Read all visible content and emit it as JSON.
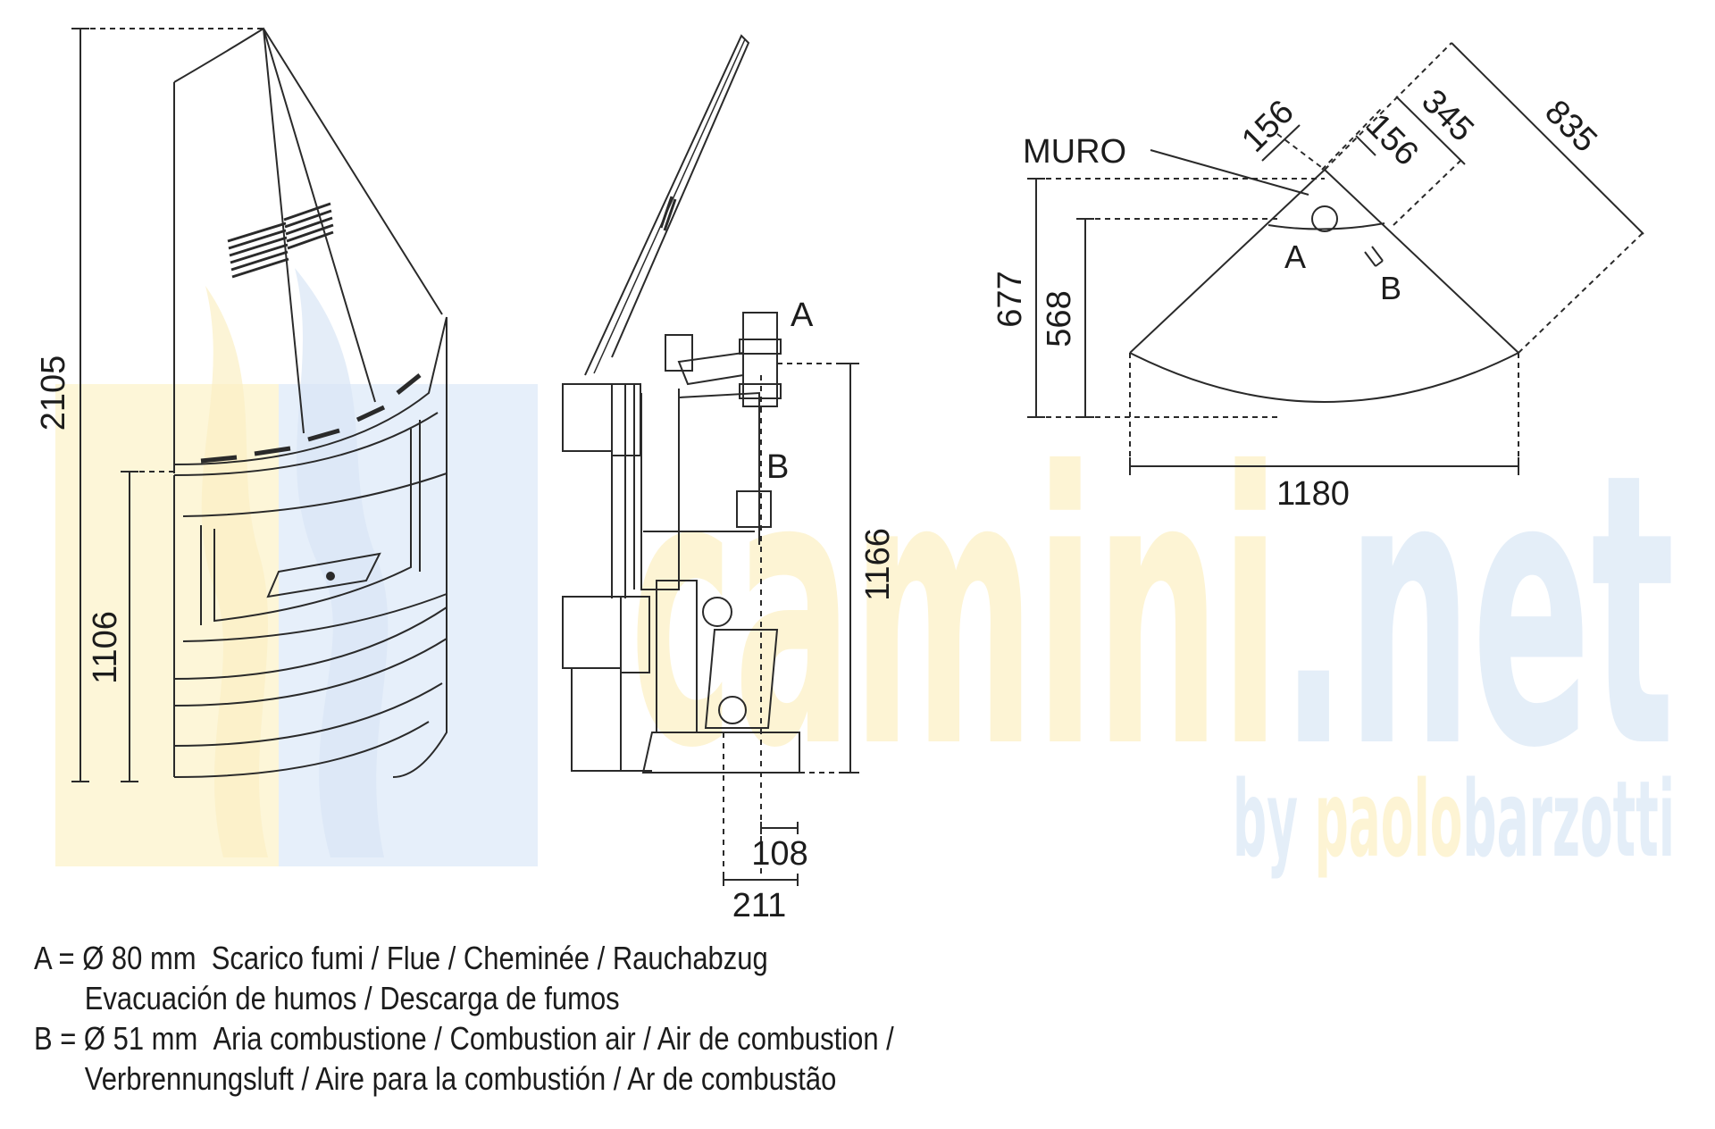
{
  "watermark": {
    "brand_colored": "camini",
    "brand_suffix": ".net",
    "byline_prefix": "by ",
    "byline_first": "paolo",
    "byline_second": "barzotti",
    "colors": {
      "yellow": "#fdf6d8",
      "blue": "#e4eef8"
    }
  },
  "front_view": {
    "dim_total_height": "2105",
    "dim_lower_height": "1106"
  },
  "side_view": {
    "label_a": "A",
    "label_b": "B",
    "dim_height": "1166",
    "dim_offset_small": "108",
    "dim_offset_large": "211"
  },
  "plan_view": {
    "wall_label": "MURO",
    "label_a": "A",
    "label_b": "B",
    "dim_156_left": "156",
    "dim_156_right": "156",
    "dim_345": "345",
    "dim_835": "835",
    "dim_677": "677",
    "dim_568": "568",
    "dim_1180": "1180"
  },
  "legend": {
    "a_key": "A = Ø 80 mm",
    "a_text": "Scarico fumi / Flue / Cheminée / Rauchabzug",
    "a_text2": "Evacuación de humos / Descarga de fumos",
    "b_key": "B = Ø 51 mm",
    "b_text": "Aria combustione / Combustion air / Air de combustion /",
    "b_text2": "Verbrennungsluft / Aire para la combustión / Ar de combustão"
  },
  "colors": {
    "line": "#2a2a2a",
    "text": "#1c1c1c"
  }
}
